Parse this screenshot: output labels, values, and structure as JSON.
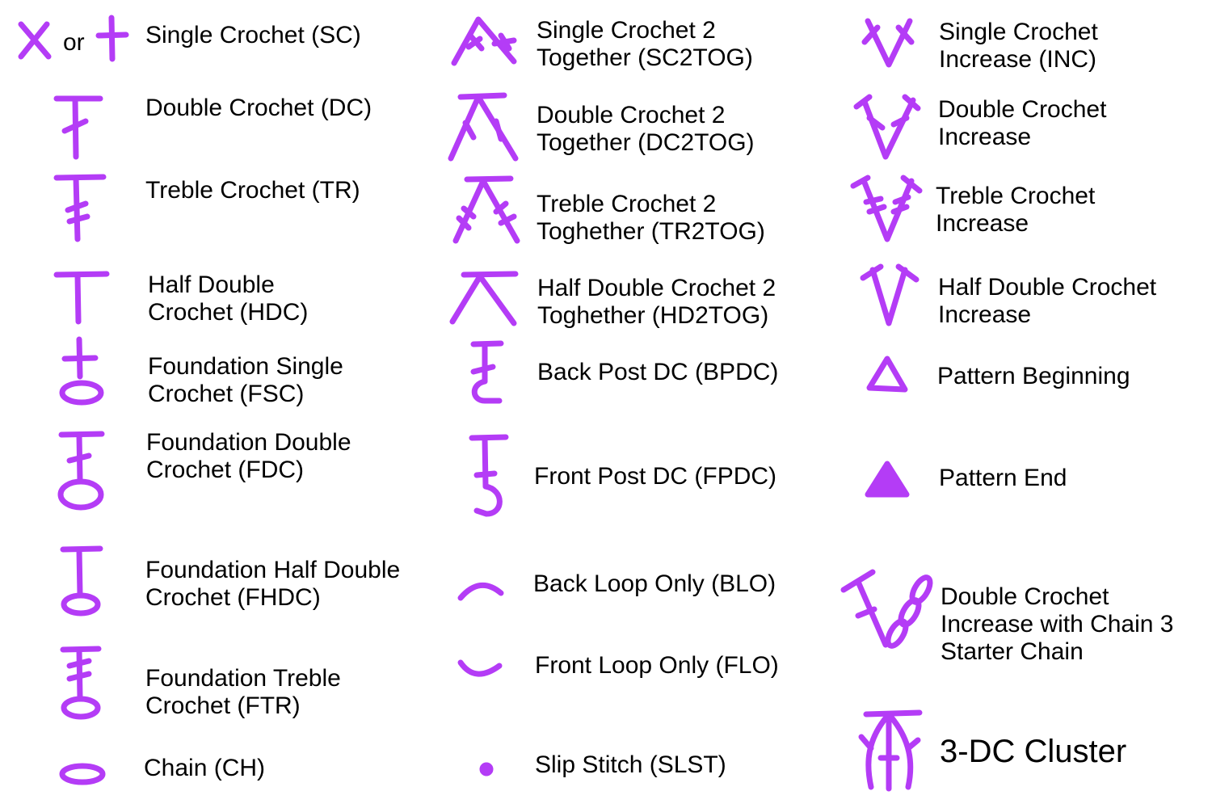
{
  "legend": {
    "accent_color": "#b43cf6",
    "or_text": "or",
    "items": [
      {
        "id": "sc",
        "icon": "x-or-cross",
        "lines": [
          "Single Crochet (SC)"
        ]
      },
      {
        "id": "dc",
        "icon": "t-one-slash",
        "lines": [
          "Double Crochet (DC)"
        ]
      },
      {
        "id": "tr",
        "icon": "t-two-slash",
        "lines": [
          "Treble Crochet (TR)"
        ]
      },
      {
        "id": "hdc",
        "icon": "t-plain",
        "lines": [
          "Half Double",
          "Crochet (HDC)"
        ]
      },
      {
        "id": "fsc",
        "icon": "cross-on-oval",
        "lines": [
          "Foundation Single",
          "Crochet (FSC)"
        ]
      },
      {
        "id": "fdc",
        "icon": "dc-on-oval",
        "lines": [
          "Foundation Double",
          "Crochet (FDC)"
        ]
      },
      {
        "id": "fhdc",
        "icon": "t-on-oval",
        "lines": [
          "Foundation Half Double",
          "Crochet (FHDC)"
        ]
      },
      {
        "id": "ftr",
        "icon": "tr-on-oval",
        "lines": [
          "Foundation Treble",
          "Crochet (FTR)"
        ]
      },
      {
        "id": "ch",
        "icon": "oval",
        "lines": [
          "Chain (CH)"
        ]
      },
      {
        "id": "sc2tog",
        "icon": "caret-two-x",
        "lines": [
          "Single Crochet 2",
          "Together (SC2TOG)"
        ]
      },
      {
        "id": "dc2tog",
        "icon": "caret-bar-one-slash",
        "lines": [
          "Double Crochet 2",
          "Together (DC2TOG)"
        ]
      },
      {
        "id": "tr2tog",
        "icon": "caret-bar-two-slash",
        "lines": [
          "Treble Crochet 2",
          "Toghether (TR2TOG)"
        ]
      },
      {
        "id": "hd2tog",
        "icon": "caret-bar-plain",
        "lines": [
          "Half Double Crochet 2",
          "Toghether (HD2TOG)"
        ]
      },
      {
        "id": "bpdc",
        "icon": "back-post-hook",
        "lines": [
          "Back Post DC (BPDC)"
        ]
      },
      {
        "id": "fpdc",
        "icon": "front-post-hook",
        "lines": [
          "Front Post DC (FPDC)"
        ]
      },
      {
        "id": "blo",
        "icon": "arc-up",
        "lines": [
          "Back Loop Only (BLO)"
        ]
      },
      {
        "id": "flo",
        "icon": "arc-down",
        "lines": [
          "Front Loop Only (FLO)"
        ]
      },
      {
        "id": "slst",
        "icon": "dot",
        "lines": [
          "Slip Stitch (SLST)"
        ]
      },
      {
        "id": "inc",
        "icon": "v-two-x",
        "lines": [
          "Single Crochet",
          "Increase (INC)"
        ]
      },
      {
        "id": "dcinc",
        "icon": "v-dc",
        "lines": [
          "Double Crochet",
          "Increase"
        ]
      },
      {
        "id": "trinc",
        "icon": "v-tr",
        "lines": [
          "Treble Crochet",
          "Increase"
        ]
      },
      {
        "id": "hdcinc",
        "icon": "v-hdc",
        "lines": [
          "Half Double Crochet",
          "Increase"
        ]
      },
      {
        "id": "begin",
        "icon": "triangle-outline",
        "lines": [
          "Pattern Beginning"
        ]
      },
      {
        "id": "end",
        "icon": "triangle-filled",
        "lines": [
          "Pattern End"
        ]
      },
      {
        "id": "dcincch3",
        "icon": "v-dc-chain",
        "lines": [
          "Double Crochet",
          "Increase with Chain 3",
          "Starter Chain"
        ]
      },
      {
        "id": "cluster",
        "icon": "cluster-3dc",
        "lines": [
          "3-DC Cluster"
        ]
      }
    ]
  }
}
